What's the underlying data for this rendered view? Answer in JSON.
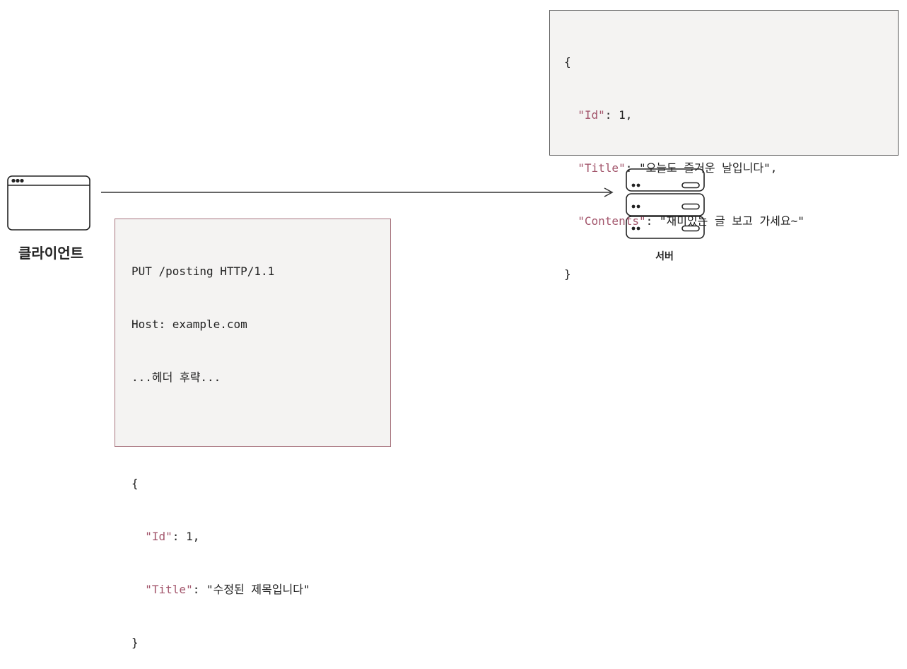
{
  "client": {
    "label": "클라이언트",
    "icon": "browser-window-icon"
  },
  "server": {
    "label": "서버",
    "icon": "server-rack-icon"
  },
  "request": {
    "line": "PUT /posting HTTP/1.1",
    "host": "Host: example.com",
    "headers_note": "...헤더 후략...",
    "open_brace": "{",
    "id_key": "\"Id\"",
    "id_value": ": 1,",
    "title_key": "\"Title\"",
    "title_value": ": \"수정된 제목입니다\"",
    "close_brace": "}"
  },
  "server_data": {
    "open_brace": "{",
    "id_key": "\"Id\"",
    "id_value": ": 1,",
    "title_key": "\"Title\"",
    "title_value": ": \"오늘도 즐거운 날입니다\",",
    "contents_key": "\"Contents\"",
    "contents_value": ": \"재미있는 글 보고 가세요~\"",
    "close_brace": "}"
  },
  "colors": {
    "json_key": "#a3566c",
    "request_border": "#a8757f",
    "server_box_border": "#555555",
    "box_fill": "#f4f3f2",
    "ink": "#222222"
  }
}
